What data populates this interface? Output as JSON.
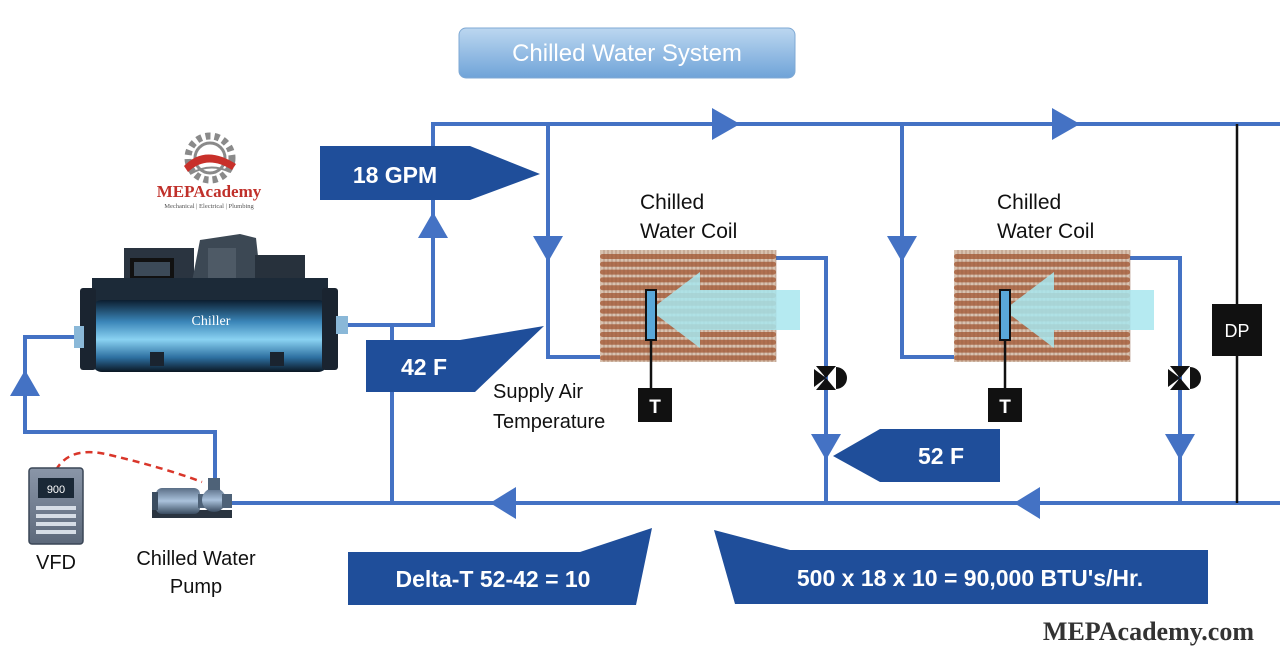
{
  "title": "Chilled Water System",
  "logo": {
    "brand": "MEPAcademy",
    "tagline": "Mechanical | Electrical | Plumbing"
  },
  "equipment": {
    "chiller": "Chiller",
    "pump_label_line1": "Chilled Water",
    "pump_label_line2": "Pump",
    "vfd_label": "VFD",
    "vfd_display": "900",
    "dp_label": "DP"
  },
  "coils": [
    {
      "label_line1": "Chilled",
      "label_line2": "Water Coil",
      "sensor": "T"
    },
    {
      "label_line1": "Chilled",
      "label_line2": "Water Coil",
      "sensor": "T"
    }
  ],
  "sensor_caption_line1": "Supply Air",
  "sensor_caption_line2": "Temperature",
  "callouts": {
    "flow": "18 GPM",
    "supply_temp": "42 F",
    "return_temp": "52 F",
    "delta_t": "Delta-T 52-42 = 10",
    "btu": "500 x 18 x 10 = 90,000 BTU's/Hr."
  },
  "footer_url": "MEPAcademy.com",
  "colors": {
    "pipe": "#4472c4",
    "callout": "#1f4e9a",
    "title_bg": "#9dc3e6",
    "pump_dash": "#d9362a",
    "coil_copper": "#b07050",
    "air_arrow": "#a8e6ee"
  }
}
